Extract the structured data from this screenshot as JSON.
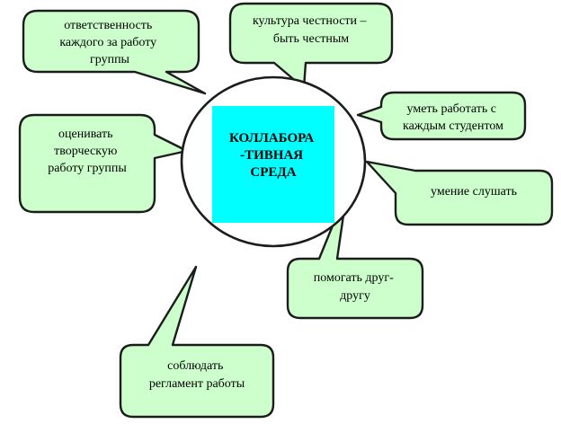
{
  "diagram": {
    "colors": {
      "callout_fill": "#ccffcc",
      "center_fill": "#00ffff",
      "outline": "#1c1c1c",
      "circle_fill": "#ffffff"
    },
    "center": {
      "lines": [
        "КОЛЛАБОРА",
        "-ТИВНАЯ",
        "СРЕДА"
      ]
    },
    "callouts": [
      {
        "id": "responsibility",
        "lines": [
          "ответственность",
          "каждого за работу",
          "группы"
        ]
      },
      {
        "id": "honesty",
        "lines": [
          "культура честности –",
          "быть честным"
        ]
      },
      {
        "id": "work-with-everyone",
        "lines": [
          "уметь работать с",
          "каждым студентом"
        ]
      },
      {
        "id": "evaluate",
        "lines": [
          "оценивать",
          "творческую",
          "работу группы"
        ]
      },
      {
        "id": "listening",
        "lines": [
          "умение слушать"
        ]
      },
      {
        "id": "help",
        "lines": [
          "помогать друг-",
          "другу"
        ]
      },
      {
        "id": "rules",
        "lines": [
          "соблюдать",
          "регламент работы"
        ]
      }
    ]
  }
}
